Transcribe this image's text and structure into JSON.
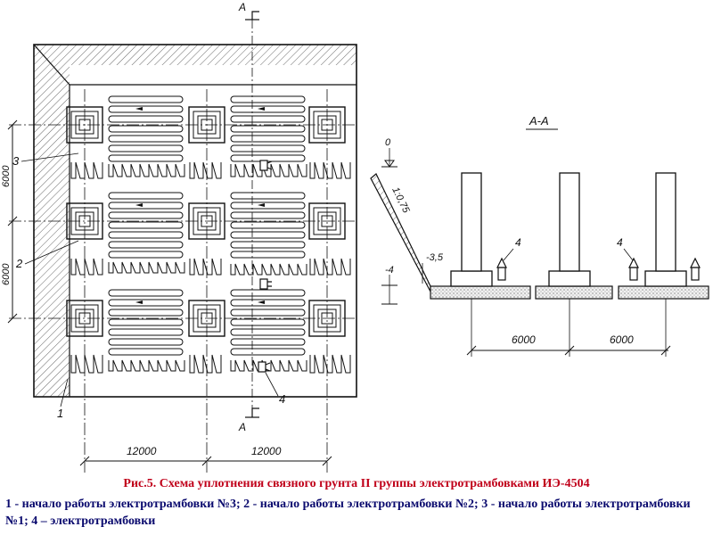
{
  "figure": {
    "section_marks": [
      "A",
      "A"
    ],
    "section_title": "А-А",
    "plan_dims": {
      "vertical": [
        "6000",
        "6000"
      ],
      "horizontal": [
        "12000",
        "12000"
      ]
    },
    "plan_callouts": [
      "1",
      "2",
      "3",
      "4"
    ],
    "section_levels": [
      "0",
      "-3,5",
      "-4"
    ],
    "section_slope": "1:0,75",
    "section_callouts": [
      "4",
      "4"
    ],
    "section_dims": [
      "6000",
      "6000"
    ]
  },
  "caption": {
    "title": "Рис.5. Схема уплотнения связного грунта II группы электротрамбовками ИЭ-4504",
    "legend": "1 - начало работы электротрамбовки №3; 2 - начало работы электротрамбовки №2; 3 - начало работы электротрамбовки №1; 4 – электротрамбовки"
  },
  "colors": {
    "ink": "#111111",
    "title": "#c0001a",
    "legend": "#0a0a6e",
    "ground": "#e9e9e9"
  }
}
